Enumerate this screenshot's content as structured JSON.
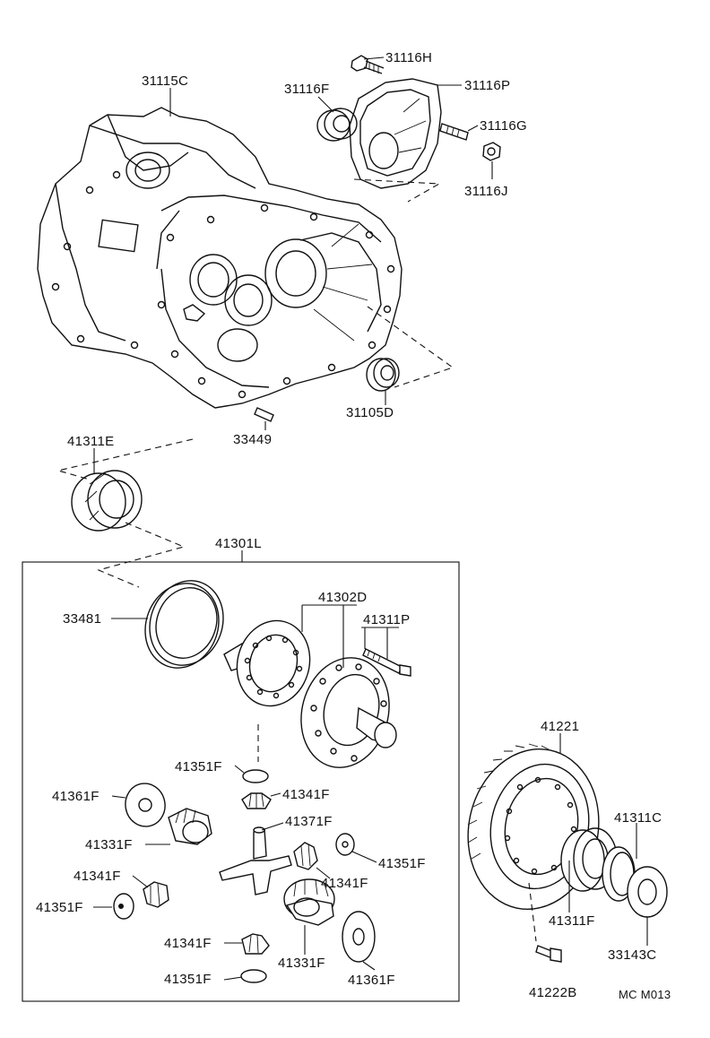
{
  "labels": {
    "l31115C": "31115C",
    "l31116H": "31116H",
    "l31116F": "31116F",
    "l31116P": "31116P",
    "l31116G": "31116G",
    "l31116J": "31116J",
    "l31105D": "31105D",
    "l33449": "33449",
    "l41311E": "41311E",
    "l41301L": "41301L",
    "l33481": "33481",
    "l41302D": "41302D",
    "l41311P": "41311P",
    "l41351F_a": "41351F",
    "l41341F_a": "41341F",
    "l41361F_a": "41361F",
    "l41371F": "41371F",
    "l41331F_a": "41331F",
    "l41351F_b": "41351F",
    "l41341F_b": "41341F",
    "l41341F_c": "41341F",
    "l41351F_c": "41351F",
    "l41341F_d": "41341F",
    "l41331F_b": "41331F",
    "l41351F_d": "41351F",
    "l41361F_b": "41361F",
    "l41221": "41221",
    "l41311C": "41311C",
    "l41311F": "41311F",
    "l33143C": "33143C",
    "l41222B": "41222B",
    "lMC": "MC M013"
  },
  "colors": {
    "ink": "#111111",
    "background": "#ffffff"
  }
}
